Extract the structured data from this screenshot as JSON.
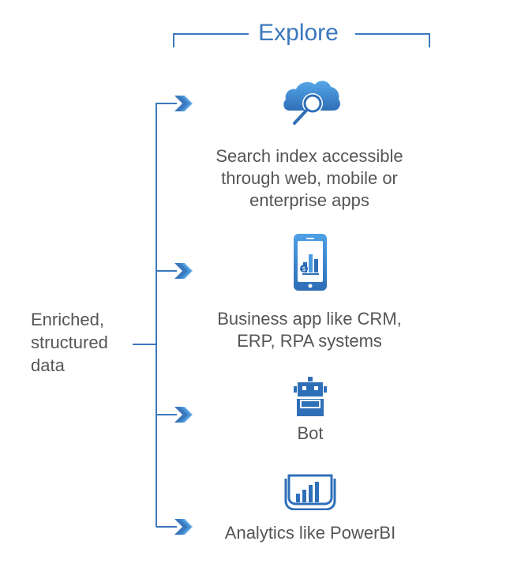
{
  "title": "Explore",
  "source": {
    "lines": [
      "Enriched,",
      "structured",
      "data"
    ]
  },
  "targets": [
    {
      "icon": "cloud-search-icon",
      "lines": [
        "Search index accessible",
        "through web, mobile or",
        "enterprise apps"
      ]
    },
    {
      "icon": "mobile-app-chart-icon",
      "lines": [
        "Business app like CRM,",
        "ERP, RPA systems"
      ]
    },
    {
      "icon": "bot-icon",
      "lines": [
        "Bot"
      ]
    },
    {
      "icon": "powerbi-icon",
      "lines": [
        "Analytics like PowerBI"
      ]
    }
  ],
  "colors": {
    "accent": "#3b78bd",
    "text": "#555555",
    "icon_light": "#4a9be0"
  }
}
